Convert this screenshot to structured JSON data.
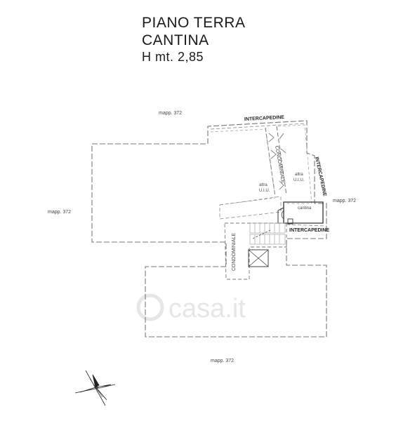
{
  "title": {
    "line1": "PIANO TERRA",
    "line2": "CANTINA",
    "line3": "H mt. 2,85"
  },
  "labels": {
    "mapp_top": "mapp. 372",
    "mapp_left": "mapp. 372",
    "mapp_right": "mapp. 372",
    "mapp_bottom": "mapp. 372",
    "intercapedine_top": "INTERCAPEDINE",
    "intercapedine_right": "INTERCAPEDINE",
    "intercapedine_bottom": "INTERCAPEDINE",
    "condominiale_corridor": "CONDOMINIALE",
    "condominiale_stairs": "CONDOMINIALE",
    "altra_left_1": "altra",
    "altra_left_2": "U.I.U.",
    "altra_right_1": "altra",
    "altra_right_2": "U.I.U.",
    "cantina": "cantina"
  },
  "watermark": {
    "text": "casa.it"
  }
}
